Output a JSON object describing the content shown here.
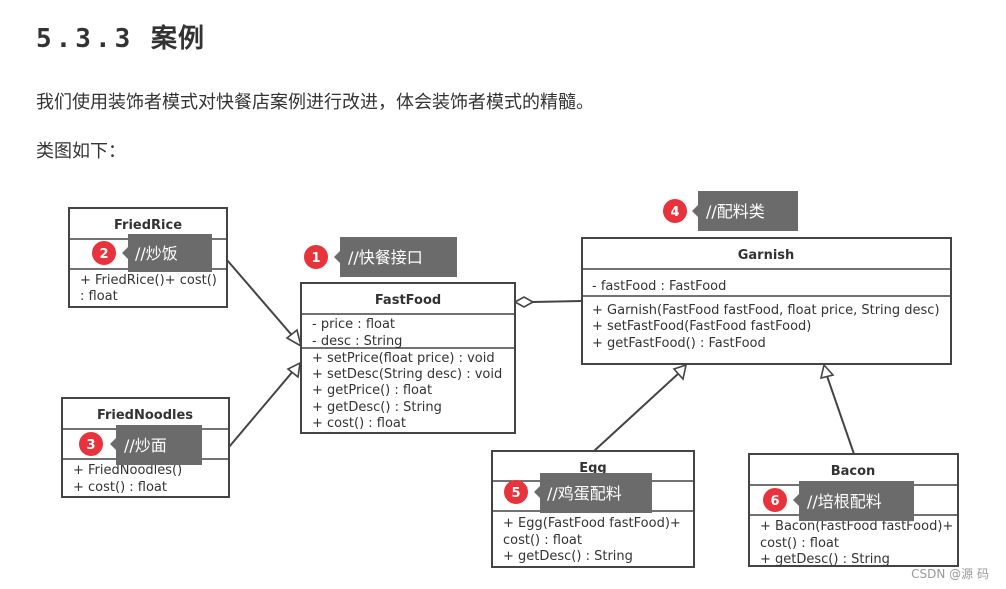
{
  "section": {
    "number": "5.3.3",
    "title": "案例"
  },
  "intro": "我们使用装饰者模式对快餐店案例进行改进，体会装饰者模式的精髓。",
  "class_diagram_label": "类图如下：",
  "classes": {
    "fried_rice": {
      "name": "FriedRice",
      "methods": [
        "+ FriedRice()+ cost()",
        ": float"
      ]
    },
    "fried_noodles": {
      "name": "FriedNoodles",
      "methods": [
        "+ FriedNoodles()",
        "+ cost() : float"
      ]
    },
    "fast_food": {
      "name": "FastFood",
      "attributes": [
        "- price : float",
        "- desc : String"
      ],
      "methods": [
        "+ setPrice(float price) : void",
        "+ setDesc(String desc) : void",
        "+ getPrice() : float",
        "+ getDesc() : String",
        "+ cost() : float"
      ]
    },
    "garnish": {
      "name": "Garnish",
      "attributes": [
        "- fastFood : FastFood"
      ],
      "methods": [
        "+ Garnish(FastFood fastFood, float price, String desc)",
        "+ setFastFood(FastFood fastFood)",
        "+ getFastFood() : FastFood"
      ]
    },
    "egg": {
      "name": "Egg",
      "methods": [
        "+ Egg(FastFood fastFood)+",
        "cost() : float",
        "+ getDesc() : String"
      ]
    },
    "bacon": {
      "name": "Bacon",
      "methods": [
        "+ Bacon(FastFood fastFood)+",
        "cost() : float",
        "+ getDesc() : String"
      ]
    }
  },
  "annotations": [
    {
      "badge": "1",
      "text": "//快餐接口"
    },
    {
      "badge": "2",
      "text": "//炒饭"
    },
    {
      "badge": "3",
      "text": "//炒面"
    },
    {
      "badge": "4",
      "text": "//配料类"
    },
    {
      "badge": "5",
      "text": "//鸡蛋配料"
    },
    {
      "badge": "6",
      "text": "//培根配料"
    }
  ],
  "watermark": "CSDN @源  码",
  "colors": {
    "badge": "#e8323c",
    "note": "#6b6b6b",
    "line": "#444444"
  }
}
